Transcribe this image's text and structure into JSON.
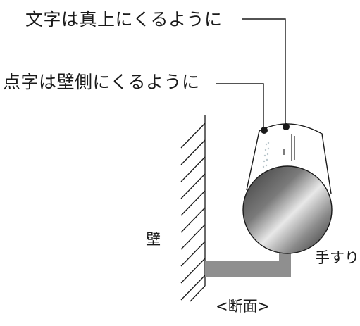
{
  "labels": {
    "text_on_top": "文字は真上にくるように",
    "braille_wall_side": "点字は壁側にくるように",
    "wall": "壁",
    "handrail": "手すり",
    "cross_section": "<断面>"
  },
  "colors": {
    "line": "#1a1a1a",
    "bracket": "#8f8f8f",
    "background": "#ffffff"
  }
}
